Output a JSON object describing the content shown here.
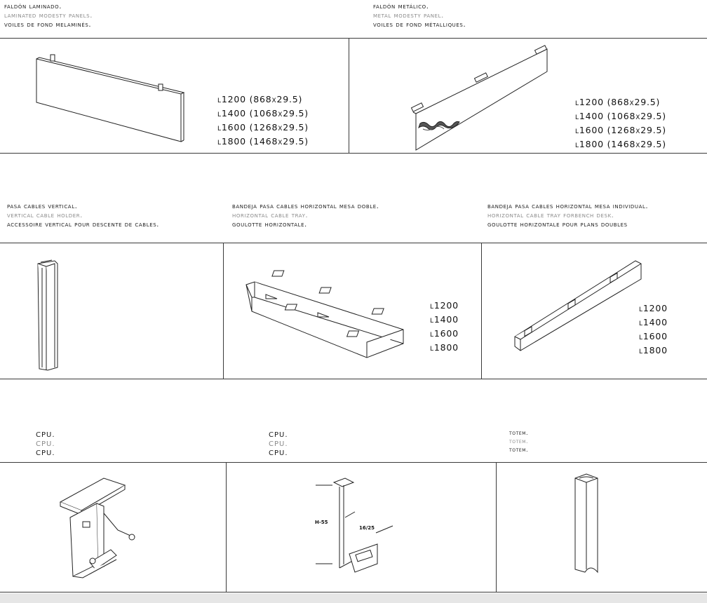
{
  "row1": {
    "left": {
      "caption": [
        "faldón laminado.",
        "Laminated modesty panels.",
        "Voiles de fond melaminés."
      ],
      "sizes": [
        "L1200 (868x29.5)",
        "L1400 (1068x29.5)",
        "L1600 (1268x29.5)",
        "L1800 (1468x29.5)"
      ]
    },
    "right": {
      "caption": [
        "faldón metálico.",
        "Metal modesty panel.",
        "Voiles de fond métalliques."
      ],
      "sizes": [
        "L1200 (868x29.5)",
        "L1400 (1068x29.5)",
        "L1600 (1268x29.5)",
        "L1800 (1468x29.5)"
      ]
    }
  },
  "row2": {
    "left": {
      "caption": [
        "pasa cables vertical.",
        "Vertical cable holder.",
        "Accessoire vertical pour descente de cables."
      ]
    },
    "middle": {
      "caption": [
        "bandeja pasa cables horizontal mesa doble.",
        "Horizontal cable tray.",
        "Goulotte horizontale."
      ],
      "sizes": [
        "L1200",
        "L1400",
        "L1600",
        "L1800"
      ]
    },
    "right": {
      "caption": [
        "bandeja pasa cables horizontal mesa individual.",
        "Horizontal cable tray forbench desk.",
        "Goulotte horizontale pour plans doubles"
      ],
      "sizes": [
        "L1200",
        "L1400",
        "L1600",
        "L1800"
      ]
    }
  },
  "row3": {
    "left": {
      "caption": [
        "CPU.",
        "CPU.",
        "CPU."
      ]
    },
    "middle": {
      "caption": [
        "CPU.",
        "CPU.",
        "CPU."
      ],
      "dim_height": "H-55",
      "dim_width": "16/25"
    },
    "right": {
      "caption": [
        "totem.",
        "totem.",
        "totem."
      ]
    }
  },
  "colors": {
    "line": "#3a3a3a",
    "caption_secondary": "#8a8a8a",
    "band": "#e6e6e6"
  }
}
